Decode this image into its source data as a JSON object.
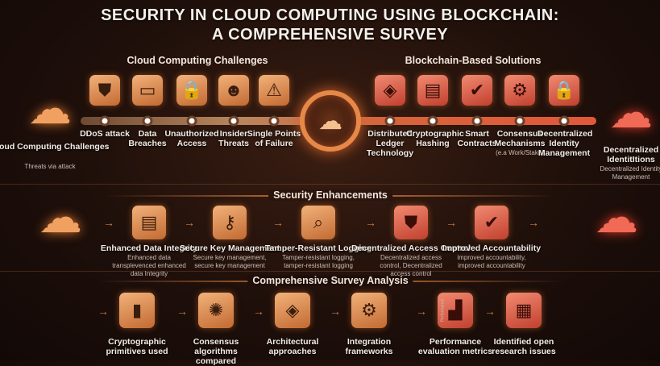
{
  "title": {
    "line1": "SECURITY IN CLOUD COMPUTING USING BLOCKCHAIN:",
    "line2": "A COMPREHENSIVE SURVEY"
  },
  "challenges": {
    "heading": "Cloud Computing Challenges",
    "side": {
      "title": "Cloud Computing Challenges",
      "subtitle": "Threats via attack"
    },
    "items": [
      {
        "label": "DDoS attack",
        "icon": "shield-network-icon"
      },
      {
        "label": "Data Breaches",
        "icon": "laptop-lock-icon"
      },
      {
        "label": "Unauthorized Access",
        "icon": "lock-icon"
      },
      {
        "label": "Insider Threats",
        "icon": "person-warning-icon"
      },
      {
        "label": "Single Points of Failure",
        "icon": "warning-icon"
      }
    ]
  },
  "solutions": {
    "heading": "Blockchain-Based Solutions",
    "side": {
      "title": "Decentralized IdentitItions",
      "subtitle": "Decentralized Identity Management"
    },
    "items": [
      {
        "label": "Distributed Ledger Technology",
        "icon": "cube-network-icon"
      },
      {
        "label": "Cryptographic Hashing",
        "icon": "document-lock-icon"
      },
      {
        "label": "Smart Contracts",
        "icon": "contract-check-icon"
      },
      {
        "label": "Consensus Mechanisms",
        "note": "(e.a Work/Stake)",
        "icon": "gear-network-icon"
      },
      {
        "label": "Decentralized Identity Management",
        "icon": "lock-network-icon"
      }
    ]
  },
  "enhancements": {
    "heading": "Security Enhancements",
    "items": [
      {
        "title": "Enhanced Data Integrity",
        "desc": "Enhanced data transplevenced enhanced data Integrity",
        "icon": "document-check-icon"
      },
      {
        "title": "Secure Key Management",
        "desc": "Secure key management, secure key management",
        "icon": "key-shield-icon"
      },
      {
        "title": "Tamper-Resistant Logging",
        "desc": "Tamper-resistant logging, tamper-resistant logging",
        "icon": "document-search-icon"
      },
      {
        "title": "Decentralized Access Control",
        "desc": "Decentralized access control, Decentralized access control",
        "icon": "shield-lock-icon"
      },
      {
        "title": "Improved Accountability",
        "desc": "improved accountability, improved accountability",
        "icon": "shield-check-icon"
      }
    ]
  },
  "survey": {
    "heading": "Comprehensive Survey Analysis",
    "items": [
      {
        "label": "Cryptographic primitives used",
        "icon": "bar-chart-icon"
      },
      {
        "label": "Consensus algorithms compared",
        "icon": "mesh-network-icon"
      },
      {
        "label": "Architectural approaches",
        "icon": "cube-network-icon"
      },
      {
        "label": "Integration frameworks",
        "icon": "gear-network-icon"
      },
      {
        "label": "Performance evaluation metrics",
        "axis": "Performance",
        "icon": "performance-chart-icon"
      },
      {
        "label": "Identified open research issues",
        "icon": "dashboard-icon"
      }
    ]
  }
}
